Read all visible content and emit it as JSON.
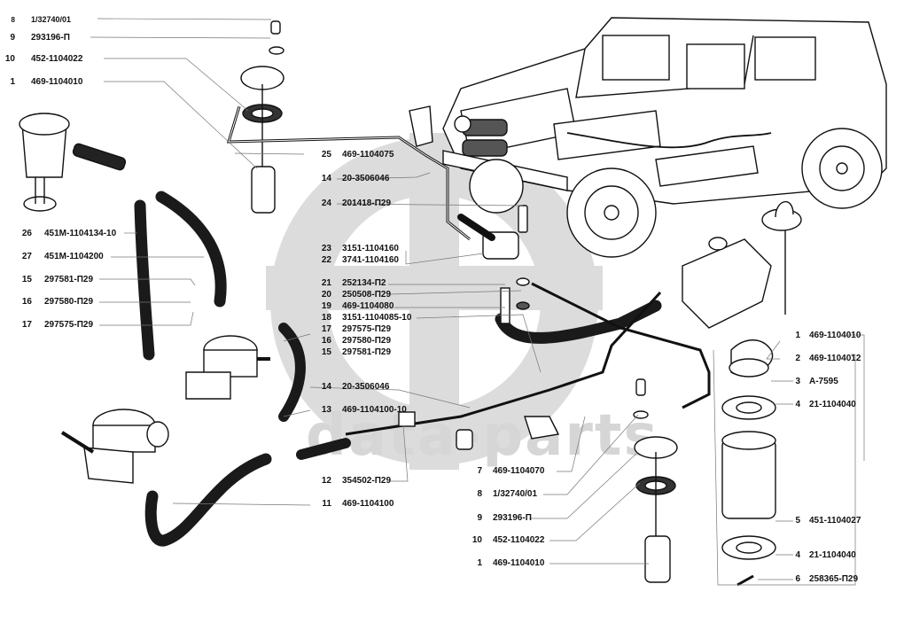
{
  "watermark": {
    "text": "data-parts",
    "logo": "dp-logo-icon",
    "color": "#d0d0d0"
  },
  "diagram": {
    "subject": "UAZ fuel system exploded parts diagram",
    "ink_color": "#111111",
    "hose_color": "#1a1a1a",
    "callouts": [
      {
        "id": "c-8-top",
        "num": "8",
        "part": "1/32740/01"
      },
      {
        "id": "c-9-top",
        "num": "9",
        "part": "293196-П"
      },
      {
        "id": "c-10-top",
        "num": "10",
        "part": "452-1104022"
      },
      {
        "id": "c-1-top",
        "num": "1",
        "part": "469-1104010"
      },
      {
        "id": "c-25",
        "num": "25",
        "part": "469-1104075"
      },
      {
        "id": "c-14-a",
        "num": "14",
        "part": "20-3506046"
      },
      {
        "id": "c-24",
        "num": "24",
        "part": "201418-П29"
      },
      {
        "id": "c-26",
        "num": "26",
        "part": "451М-1104134-10"
      },
      {
        "id": "c-27",
        "num": "27",
        "part": "451М-1104200"
      },
      {
        "id": "c-15-left",
        "num": "15",
        "part": "297581-П29"
      },
      {
        "id": "c-16-left",
        "num": "16",
        "part": "297580-П29"
      },
      {
        "id": "c-17-left",
        "num": "17",
        "part": "297575-П29"
      },
      {
        "id": "c-23",
        "num": "23",
        "part": "3151-1104160"
      },
      {
        "id": "c-22",
        "num": "22",
        "part": "3741-1104160"
      },
      {
        "id": "c-21",
        "num": "21",
        "part": "252134-П2"
      },
      {
        "id": "c-20",
        "num": "20",
        "part": "250508-П29"
      },
      {
        "id": "c-19",
        "num": "19",
        "part": "469-1104080"
      },
      {
        "id": "c-18",
        "num": "18",
        "part": "3151-1104085-10"
      },
      {
        "id": "c-17-mid",
        "num": "17",
        "part": "297575-П29"
      },
      {
        "id": "c-16-mid",
        "num": "16",
        "part": "297580-П29"
      },
      {
        "id": "c-15-mid",
        "num": "15",
        "part": "297581-П29"
      },
      {
        "id": "c-14-b",
        "num": "14",
        "part": "20-3506046"
      },
      {
        "id": "c-13",
        "num": "13",
        "part": "469-1104100-10"
      },
      {
        "id": "c-12",
        "num": "12",
        "part": "354502-П29"
      },
      {
        "id": "c-11",
        "num": "11",
        "part": "469-1104100"
      },
      {
        "id": "c-7",
        "num": "7",
        "part": "469-1104070"
      },
      {
        "id": "c-8-bot",
        "num": "8",
        "part": "1/32740/01"
      },
      {
        "id": "c-9-bot",
        "num": "9",
        "part": "293196-П"
      },
      {
        "id": "c-10-bot",
        "num": "10",
        "part": "452-1104022"
      },
      {
        "id": "c-1-bot",
        "num": "1",
        "part": "469-1104010"
      },
      {
        "id": "c-1-right",
        "num": "1",
        "part": "469-1104010"
      },
      {
        "id": "c-2",
        "num": "2",
        "part": "469-1104012"
      },
      {
        "id": "c-3",
        "num": "3",
        "part": "А-7595"
      },
      {
        "id": "c-4-a",
        "num": "4",
        "part": "21-1104040"
      },
      {
        "id": "c-5",
        "num": "5",
        "part": "451-1104027"
      },
      {
        "id": "c-4-b",
        "num": "4",
        "part": "21-1104040"
      },
      {
        "id": "c-6",
        "num": "6",
        "part": "258365-П29"
      }
    ]
  }
}
